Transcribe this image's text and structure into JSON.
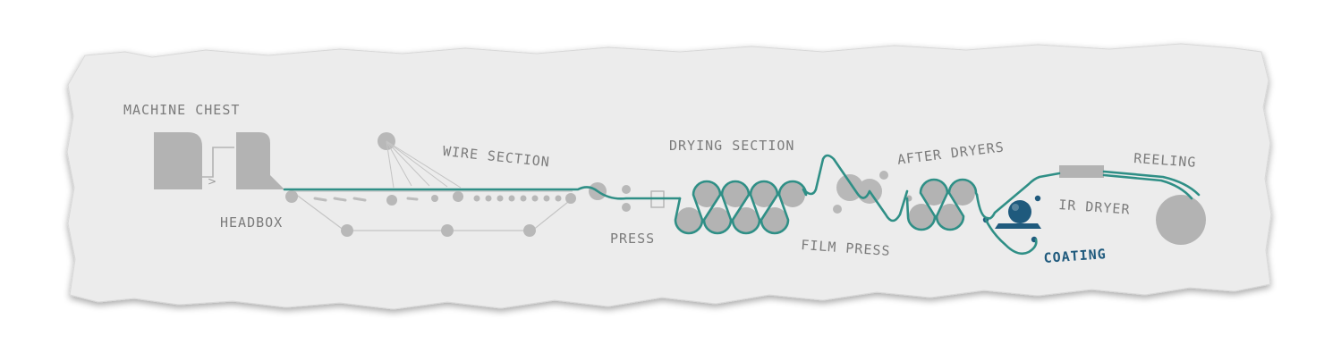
{
  "labels": {
    "machine_chest": "MACHINE CHEST",
    "headbox": "HEADBOX",
    "wire_section": "WIRE SECTION",
    "press": "PRESS",
    "drying_section": "DRYING SECTION",
    "film_press": "FILM PRESS",
    "after_dryers": "AFTER DRYERS",
    "ir_dryer": "IR DRYER",
    "coating": "COATING",
    "reeling": "REELING"
  },
  "colors": {
    "paper_web": "#2f8f86",
    "active_section": "#1f5a7d",
    "equipment": "#b3b3b3",
    "label_text": "#7b7b7b",
    "paper_sheet": "#ececec"
  },
  "active_section": "coating"
}
